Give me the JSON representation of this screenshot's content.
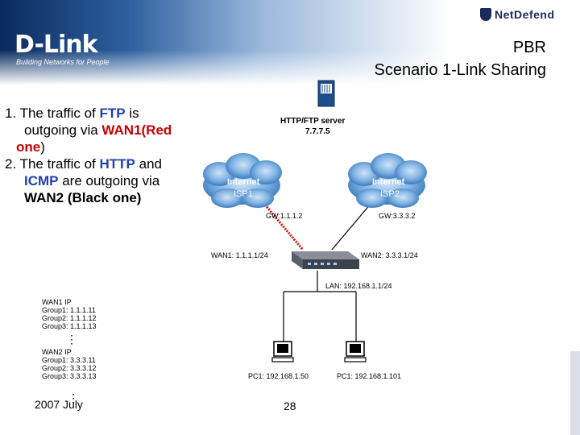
{
  "header": {
    "brand": "D-Link",
    "tagline": "Building Networks for People",
    "product": "NetDefend",
    "title_line1": "PBR",
    "title_line2": "Scenario 1-Link Sharing"
  },
  "bullets": {
    "b1_prefix": "1. The traffic of ",
    "b1_kw": "FTP",
    "b1_mid": " is",
    "b1_line2_prefix": "outgoing via ",
    "b1_wan": "WAN1(Red",
    "b1_wan2": "one",
    "b1_end": ")",
    "b2_prefix": "2. The traffic of ",
    "b2_kw": "HTTP",
    "b2_mid": " and",
    "b2_kw2": "ICMP",
    "b2_line2": " are outgoing via",
    "b2_line3": "WAN2 (Black one)"
  },
  "diagram": {
    "server_label": "HTTP/FTP server",
    "server_ip": "7.7.7.5",
    "cloud_label": "Internet",
    "isp1": "ISP1",
    "isp2": "ISP2",
    "gw1": "GW:1.1.1.2",
    "gw2": "GW:3.3.3.2",
    "wan1": "WAN1: 1.1.1.1/24",
    "wan2": "WAN2: 3.3.3.1/24",
    "lan": "LAN: 192.168.1.1/24",
    "pc1a": "PC1: 192.168.1.50",
    "pc1b": "PC1: 192.168.1.101",
    "colors": {
      "wan1_link": "#cc1111",
      "wan2_link": "#000000",
      "cloud": "#3a7fc8"
    }
  },
  "groups": {
    "wan1_title": "WAN1 IP",
    "wan1": [
      "Group1: 1.1.1.11",
      "Group2: 1.1.1.12",
      "Group3: 1.1.1.13"
    ],
    "dots1": "⋮",
    "wan2_title": "WAN2 IP",
    "wan2": [
      "Group1: 3.3.3.11",
      "Group2: 3.3.3.12",
      "Group3: 3.3.3.13"
    ],
    "dots2": "⋮"
  },
  "footer": {
    "date": "2007 July",
    "page": "28"
  }
}
